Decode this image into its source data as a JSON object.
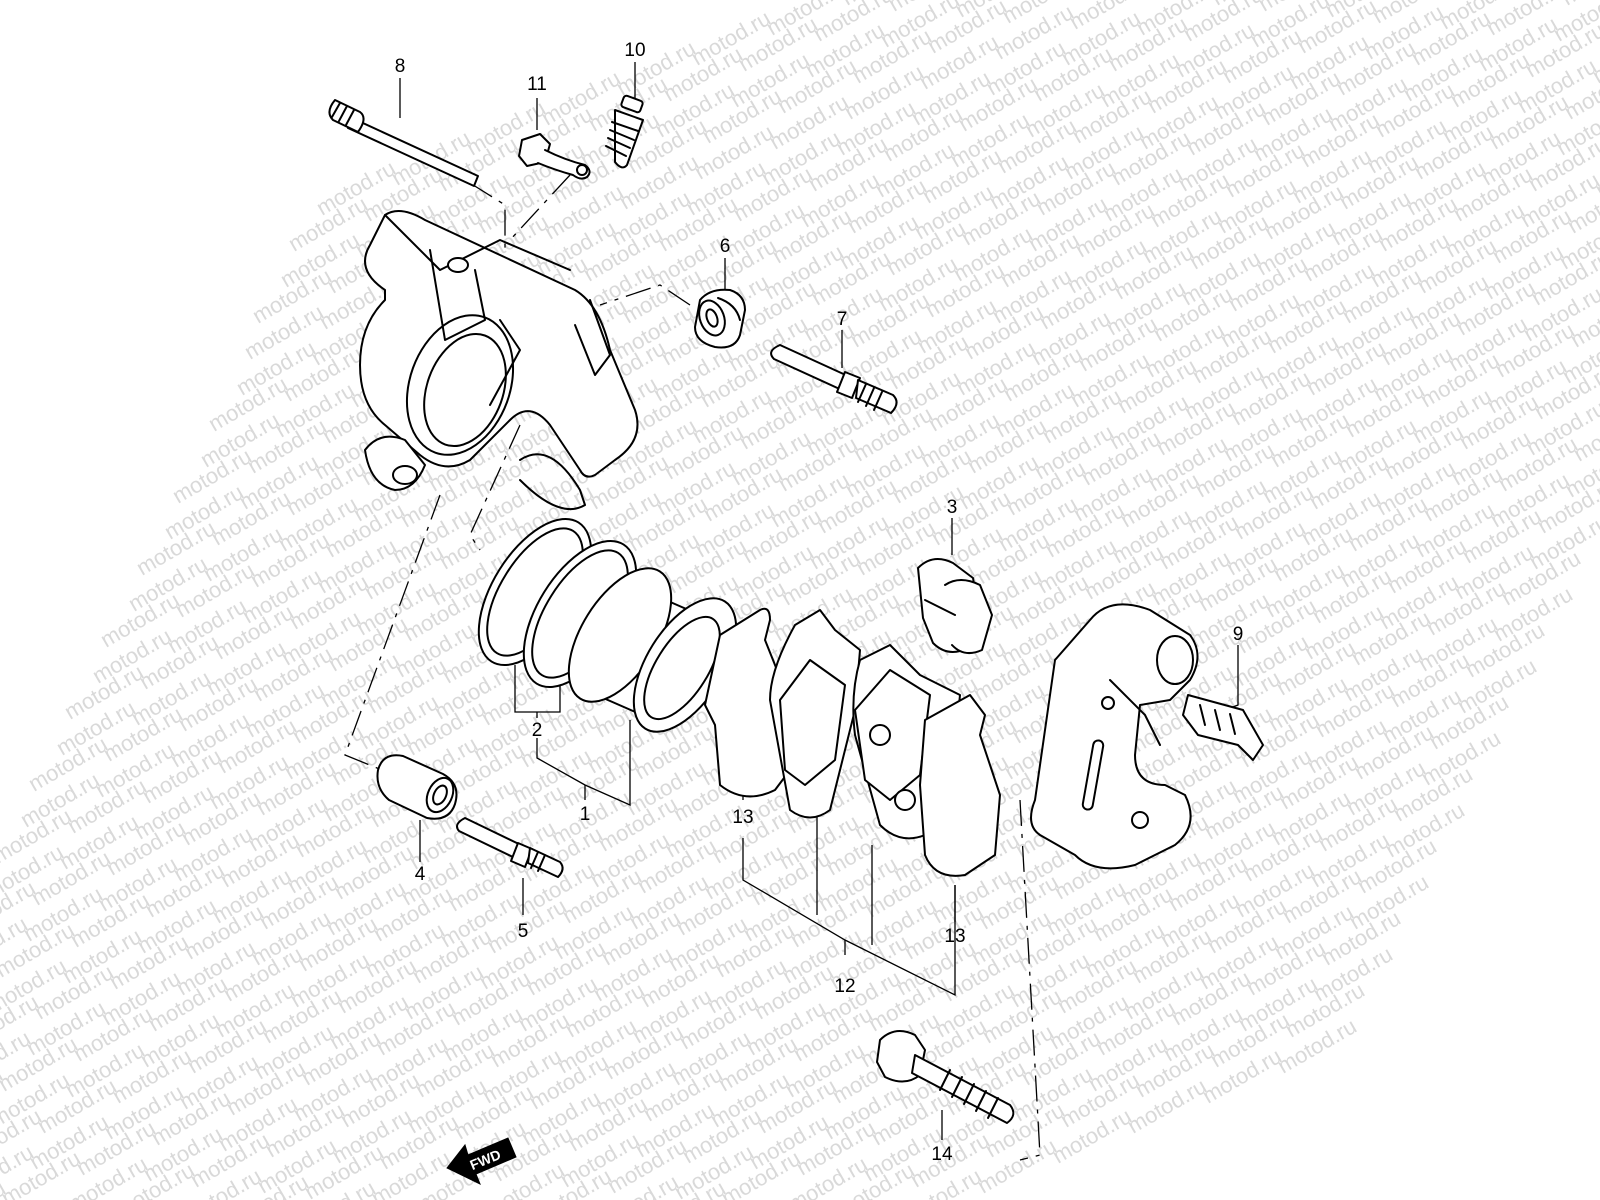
{
  "watermark": {
    "text": "motod.ru",
    "color": "#d9d9d9"
  },
  "callouts": [
    {
      "id": "1",
      "label": "1"
    },
    {
      "id": "2",
      "label": "2"
    },
    {
      "id": "3",
      "label": "3"
    },
    {
      "id": "4",
      "label": "4"
    },
    {
      "id": "5",
      "label": "5"
    },
    {
      "id": "6",
      "label": "6"
    },
    {
      "id": "7",
      "label": "7"
    },
    {
      "id": "8",
      "label": "8"
    },
    {
      "id": "9",
      "label": "9"
    },
    {
      "id": "10",
      "label": "10"
    },
    {
      "id": "11",
      "label": "11"
    },
    {
      "id": "12",
      "label": "12"
    },
    {
      "id": "13a",
      "label": "13"
    },
    {
      "id": "13b",
      "label": "13"
    },
    {
      "id": "14",
      "label": "14"
    }
  ],
  "fwd_arrow": {
    "label": "FWD"
  }
}
